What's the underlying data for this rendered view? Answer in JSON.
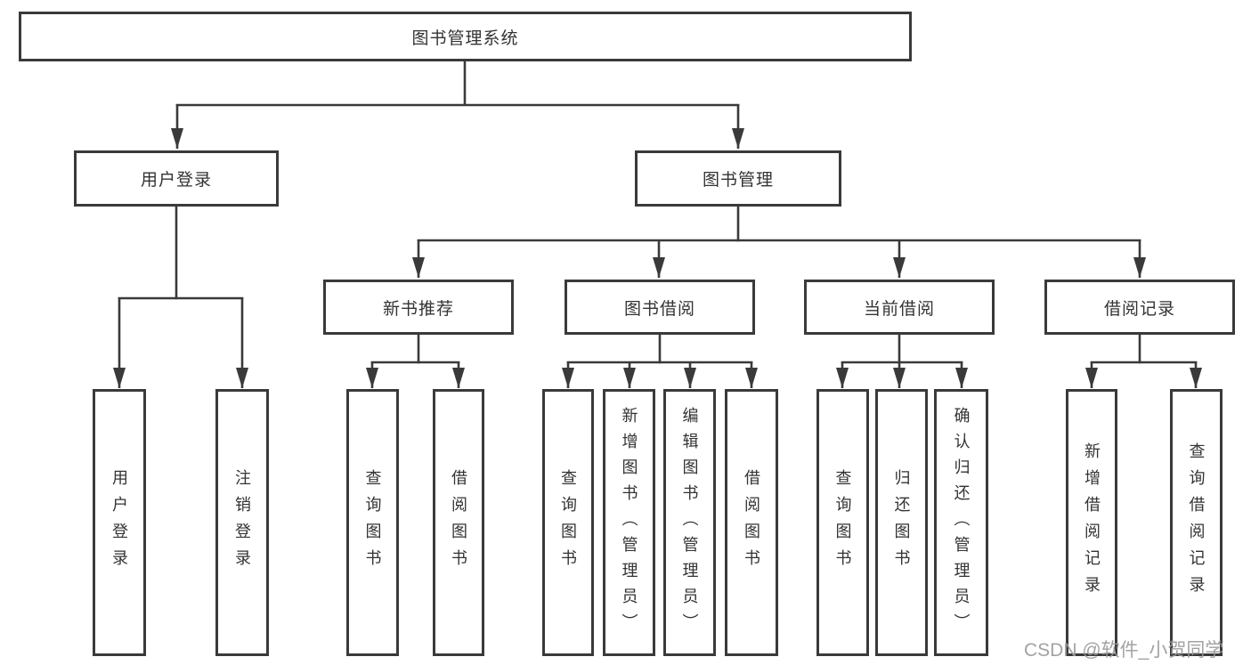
{
  "tree": {
    "root": {
      "label": "图书管理系统",
      "children": [
        {
          "label": "用户登录",
          "children": [
            {
              "label": "用户登录"
            },
            {
              "label": "注销登录"
            }
          ]
        },
        {
          "label": "图书管理",
          "children": [
            {
              "label": "新书推荐",
              "children": [
                {
                  "label": "查询图书"
                },
                {
                  "label": "借阅图书"
                }
              ]
            },
            {
              "label": "图书借阅",
              "children": [
                {
                  "label": "查询图书"
                },
                {
                  "label": "新增图书（管理员）"
                },
                {
                  "label": "编辑图书（管理员）"
                },
                {
                  "label": "借阅图书"
                }
              ]
            },
            {
              "label": "当前借阅",
              "children": [
                {
                  "label": "查询图书"
                },
                {
                  "label": "归还图书"
                },
                {
                  "label": "确认归还（管理员）"
                }
              ]
            },
            {
              "label": "借阅记录",
              "children": [
                {
                  "label": "新增借阅记录"
                },
                {
                  "label": "查询借阅记录"
                }
              ]
            }
          ]
        }
      ]
    }
  },
  "watermark": {
    "text": "CSDN @软件_小贺同学"
  },
  "colors": {
    "line": "#3a3a3a",
    "text": "#333333",
    "watermark": "#9a9a9a",
    "background": "#ffffff"
  }
}
